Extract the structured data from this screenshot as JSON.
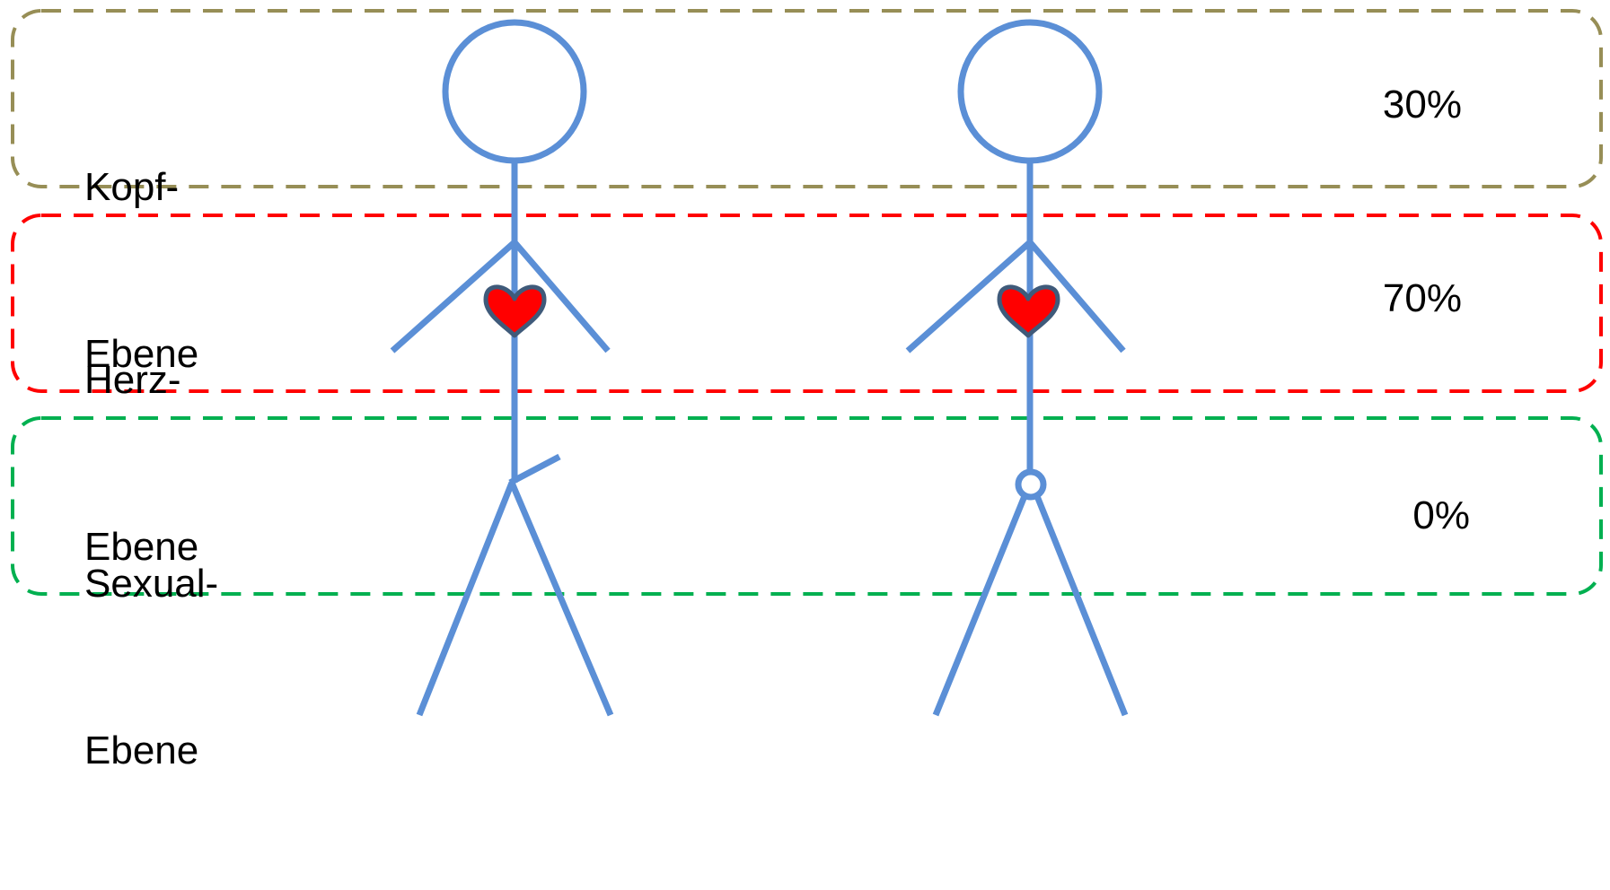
{
  "levels": [
    {
      "id": "kopf",
      "label_line1": "Kopf-",
      "label_line2": "Ebene",
      "percent": "30%",
      "color": "#978E56"
    },
    {
      "id": "herz",
      "label_line1": "Herz-",
      "label_line2": "Ebene",
      "percent": "70%",
      "color": "#FF0000"
    },
    {
      "id": "sexual",
      "label_line1": "Sexual-",
      "label_line2": "Ebene",
      "percent": "0%",
      "color": "#00B050"
    }
  ],
  "figures": [
    {
      "id": "male",
      "symbol": "penis-line"
    },
    {
      "id": "female",
      "symbol": "vulva-circle"
    }
  ],
  "colors": {
    "figure_stroke": "#5B8FD6",
    "heart_fill": "#FF0000",
    "heart_outline": "#3F5A7A"
  },
  "icons": {
    "heart": "heart-icon"
  }
}
